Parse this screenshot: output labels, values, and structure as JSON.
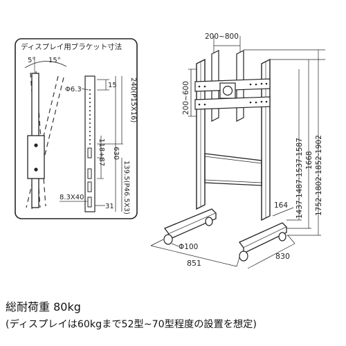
{
  "bracket_inset": {
    "title": "ディスプレイ用ブラケット寸法",
    "tilt_forward": "5°",
    "tilt_back": "15°",
    "hole_diameter": "Φ6.3",
    "dim_15": "15",
    "dim_240": "240(P15X16)",
    "dim_630": "630",
    "dim_118_87": "118+87",
    "dim_139_5": "139.5(P46.5X3)",
    "slot_size": "8.3X40",
    "dim_31": "31"
  },
  "stand": {
    "width_vesa": "200~800",
    "height_vesa": "200~600",
    "height_mount": "1437·1487·1537·1587",
    "height_total_step": "1668",
    "height_total": "1752·1802·1852·1902",
    "dim_164": "164",
    "caster": "Φ100",
    "width": "851",
    "depth": "830"
  },
  "caption": {
    "load_capacity": "総耐荷重 80kg",
    "note": "(ディスプレイは60kgまで52型~70型程度の設置を想定)"
  }
}
